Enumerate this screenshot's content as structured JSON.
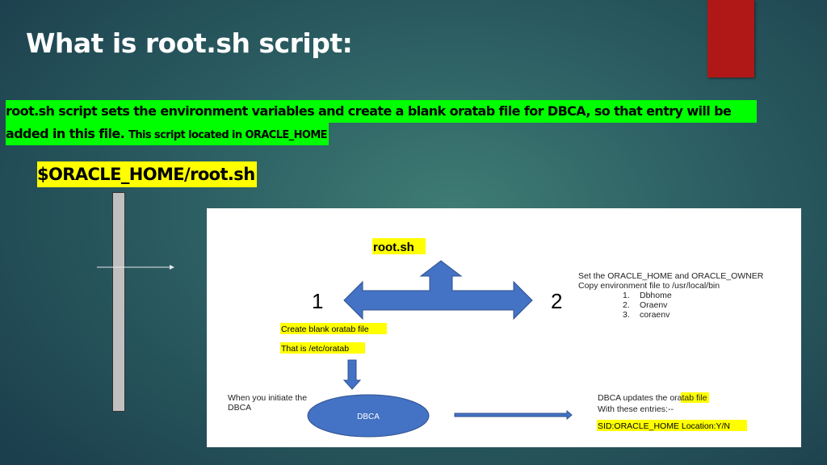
{
  "slide": {
    "title": "What is root.sh script:",
    "description_line1": "root.sh script sets the environment variables and create a blank oratab file for DBCA, so that entry will be",
    "description_line2_a": "added in this file.",
    "description_line2_b": "This script located in ORACLE_HOME",
    "path": "$ORACLE_HOME/root.sh"
  },
  "diagram": {
    "root_label": "root.sh",
    "step1": "1",
    "step2": "2",
    "step2_lines": [
      "Set the ORACLE_HOME and ORACLE_OWNER",
      "Copy environment file to /usr/local/bin"
    ],
    "step2_list": [
      {
        "num": "1.",
        "text": "Dbhome"
      },
      {
        "num": "2.",
        "text": "Oraenv"
      },
      {
        "num": "3.",
        "text": "coraenv"
      }
    ],
    "step1_line1": "Create blank oratab file",
    "step1_line2": "That is /etc/oratab",
    "initiate_line1": "When you initiate the",
    "initiate_line2": "DBCA",
    "ellipse_label": "DBCA",
    "update_a": "DBCA updates the ",
    "update_b": "oratab",
    "update_c": " file",
    "update_line2": "With these entries:--",
    "entry": "SID:ORACLE_HOME Location:Y/N"
  },
  "colors": {
    "highlight_yellow": "#ffff00",
    "highlight_green": "#00ff00",
    "arrow_blue": "#4472c4",
    "accent_red": "#b01818"
  }
}
